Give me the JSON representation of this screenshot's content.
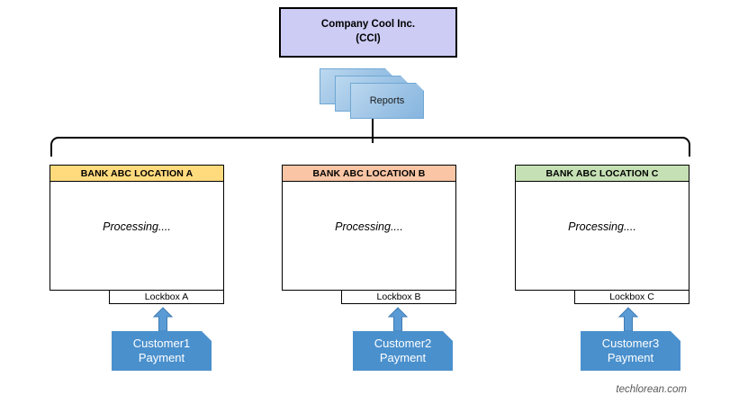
{
  "diagram": {
    "title_company": {
      "line1": "Company Cool Inc.",
      "line2": "(CCI)",
      "fill": "#ccccf5"
    },
    "reports": {
      "label": "Reports",
      "icon": "document-stack-icon",
      "fill": "#9cc3e5"
    },
    "processing_label": "Processing....",
    "banks": [
      {
        "header": "BANK ABC LOCATION A",
        "header_fill": "#ffdb7e",
        "body_text": "Processing....",
        "lockbox": "Lockbox A",
        "arrow": "up-arrow-icon",
        "customer": {
          "line1": "Customer1",
          "line2": "Payment",
          "fill": "#4a90cd"
        }
      },
      {
        "header": "BANK ABC LOCATION B",
        "header_fill": "#f9c5a5",
        "body_text": "Processing....",
        "lockbox": "Lockbox B",
        "arrow": "up-arrow-icon",
        "customer": {
          "line1": "Customer2",
          "line2": "Payment",
          "fill": "#4a90cd"
        }
      },
      {
        "header": "BANK ABC LOCATION C",
        "header_fill": "#c5e0b4",
        "body_text": "Processing....",
        "lockbox": "Lockbox C",
        "arrow": "up-arrow-icon",
        "customer": {
          "line1": "Customer3",
          "line2": "Payment",
          "fill": "#4a90cd"
        }
      }
    ],
    "watermark": "techlorean.com",
    "colors": {
      "arrow": "#5b9bd5",
      "arrow_stroke": "#3f7cb3",
      "line": "#000000",
      "watermark_text": "#595959"
    }
  }
}
